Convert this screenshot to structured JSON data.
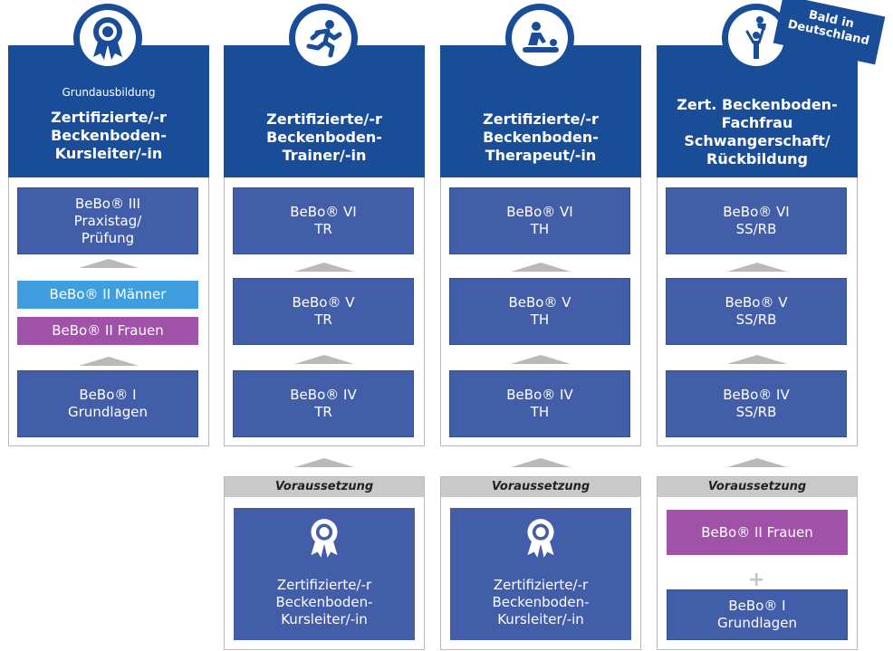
{
  "badge": "Bald in\nDeutschland",
  "connector": "+",
  "columns": [
    {
      "icon": "medal-icon",
      "subtitle": "Grundausbildung",
      "title": "Zertifizierte/-r\nBeckenboden-\nKursleiter/-in",
      "steps": [
        {
          "text": "BeBo® III\nPraxistag/\nPrüfung"
        },
        {
          "text": "BeBo® II Männer"
        },
        {
          "text": "BeBo® II Frauen"
        },
        {
          "text": "BeBo® I\nGrundlagen"
        }
      ]
    },
    {
      "icon": "runner-icon",
      "title": "Zertifizierte/-r\nBeckenboden-\nTrainer/-in",
      "steps": [
        {
          "text": "BeBo® VI\nTR"
        },
        {
          "text": "BeBo® V\nTR"
        },
        {
          "text": "BeBo® IV\nTR"
        }
      ],
      "prereq_label": "Voraussetzung",
      "prereq_text": "Zertifizierte/-r\nBeckenboden-\nKursleiter/-in"
    },
    {
      "icon": "massage-icon",
      "title": "Zertifizierte/-r\nBeckenboden-\nTherapeut/-in",
      "steps": [
        {
          "text": "BeBo® VI\nTH"
        },
        {
          "text": "BeBo® V\nTH"
        },
        {
          "text": "BeBo® IV\nTH"
        }
      ],
      "prereq_label": "Voraussetzung",
      "prereq_text": "Zertifizierte/-r\nBeckenboden-\nKursleiter/-in"
    },
    {
      "icon": "parent-child-icon",
      "title": "Zert. Beckenboden-\nFachfrau\nSchwangerschaft/\nRückbildung",
      "steps": [
        {
          "text": "BeBo® VI\nSS/RB"
        },
        {
          "text": "BeBo® V\nSS/RB"
        },
        {
          "text": "BeBo® IV\nSS/RB"
        }
      ],
      "prereq_label": "Voraussetzung",
      "prereq_items": [
        "BeBo® II Frauen",
        "BeBo® I\nGrundlagen"
      ]
    }
  ],
  "colors": {
    "header": "#1a4d97",
    "box": "#435ea9",
    "maenner": "#3f9edd",
    "frauen": "#a052a8",
    "arrow": "#b9b9b9"
  }
}
